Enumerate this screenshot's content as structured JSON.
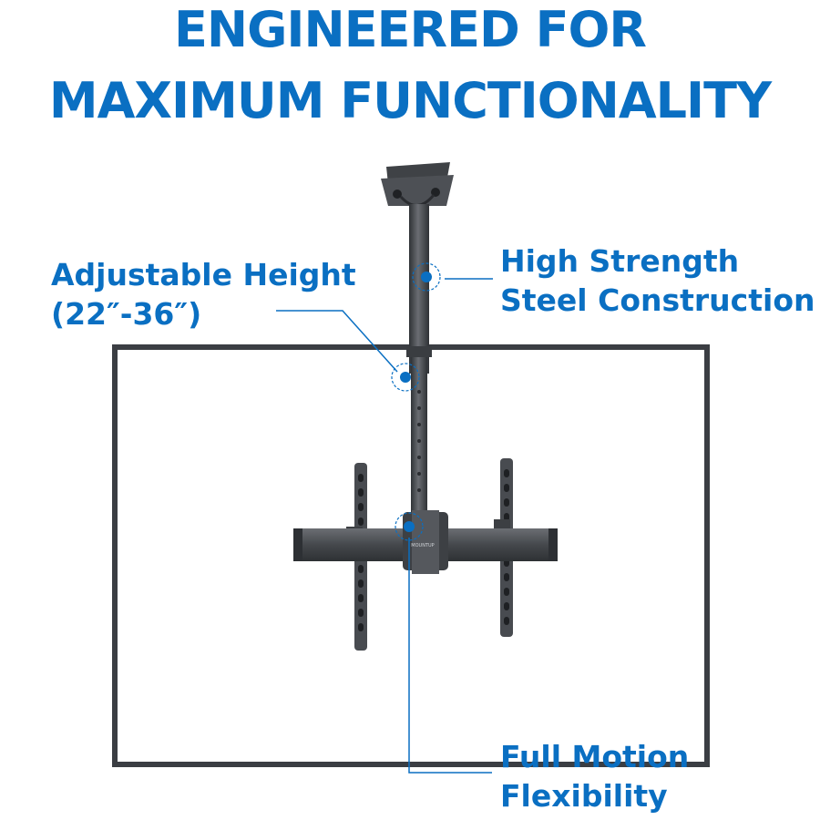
{
  "headline": {
    "line1": "ENGINEERED FOR",
    "line2": "MAXIMUM FUNCTIONALITY"
  },
  "callouts": {
    "height": {
      "line1": "Adjustable Height",
      "line2": "(22″-36″)"
    },
    "steel": {
      "line1": "High Strength",
      "line2": "Steel Construction"
    },
    "motion": {
      "line1": "Full Motion",
      "line2": "Flexibility"
    }
  },
  "product": {
    "brand_mark": "MOUNTUP"
  },
  "colors": {
    "accent": "#0a6fc2",
    "steel": "#4a4d52",
    "frame": "#3b3e43",
    "background": "#ffffff"
  }
}
